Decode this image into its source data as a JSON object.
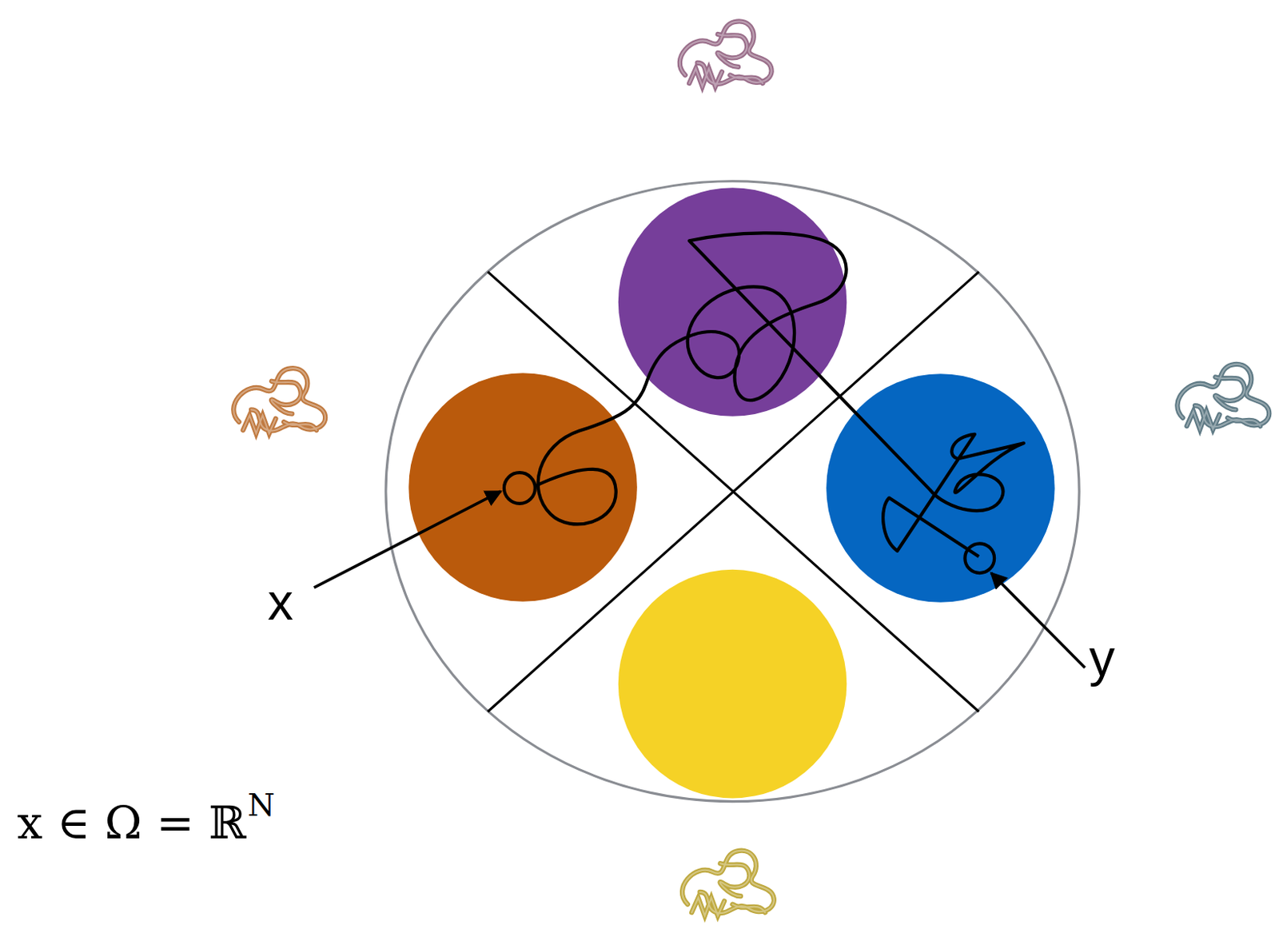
{
  "diagram": {
    "labels": [
      "x",
      "y",
      "x ∈ Ω = ℝ",
      "N"
    ]
  }
}
